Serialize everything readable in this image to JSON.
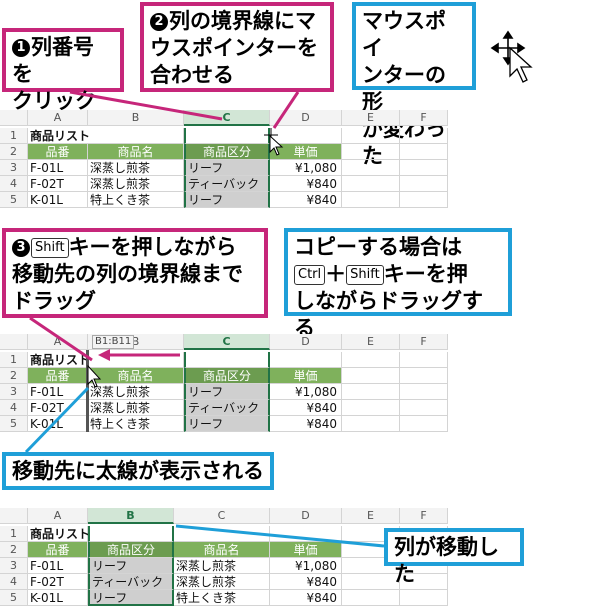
{
  "callouts": {
    "c1": {
      "num": "1",
      "line1": "列番号を",
      "line2": "クリック"
    },
    "c2": {
      "num": "2",
      "line1": "列の境界線にマ",
      "line2": "ウスポインターを",
      "line3": "合わせる"
    },
    "c3": {
      "line1": "マウスポイ",
      "line2": "ンターの形",
      "line3": "が変わった"
    },
    "c4": {
      "num": "3",
      "key": "Shift",
      "line1_rest": "キーを押しながら",
      "line2": "移動先の列の境界線まで",
      "line3": "ドラッグ"
    },
    "c5": {
      "line1": "コピーする場合は",
      "key1": "Ctrl",
      "plus": "＋",
      "key2": "Shift",
      "line2_rest": "キーを押",
      "line3": "しながらドラッグする"
    },
    "c6": {
      "text": "移動先に太線が表示される"
    },
    "c7": {
      "text": "列が移動した"
    }
  },
  "sheet1": {
    "cols": [
      "A",
      "B",
      "C",
      "D",
      "E",
      "F"
    ],
    "rows": [
      {
        "n": "1",
        "a": "商品リスト",
        "b": "",
        "c": "",
        "d": ""
      },
      {
        "n": "2",
        "a": "品番",
        "b": "商品名",
        "c": "商品区分",
        "d": "単価"
      },
      {
        "n": "3",
        "a": "F-01L",
        "b": "深蒸し煎茶",
        "c": "リーフ",
        "d": "¥1,080"
      },
      {
        "n": "4",
        "a": "F-02T",
        "b": "深蒸し煎茶",
        "c": "ティーバック",
        "d": "¥840"
      },
      {
        "n": "5",
        "a": "K-01L",
        "b": "特上くき茶",
        "c": "リーフ",
        "d": "¥840"
      }
    ]
  },
  "sheet2": {
    "tooltip": "B1:B11",
    "rows": [
      {
        "n": "1",
        "a": "商品リスト"
      },
      {
        "n": "2",
        "a": "品番",
        "b": "商品名",
        "c": "商品区分",
        "d": "単価"
      },
      {
        "n": "3",
        "a": "F-01L",
        "b": "深蒸し煎茶",
        "c": "リーフ",
        "d": "¥1,080"
      },
      {
        "n": "4",
        "a": "F-02T",
        "b": "深蒸し煎茶",
        "c": "ティーバック",
        "d": "¥840"
      },
      {
        "n": "5",
        "a": "K-01L",
        "b": "特上くき茶",
        "c": "リーフ",
        "d": "¥840"
      }
    ]
  },
  "sheet3": {
    "rows": [
      {
        "n": "1",
        "a": "商品リスト"
      },
      {
        "n": "2",
        "a": "品番",
        "b": "商品区分",
        "c": "商品名",
        "d": "単価"
      },
      {
        "n": "3",
        "a": "F-01L",
        "b": "リーフ",
        "c": "深蒸し煎茶",
        "d": "¥1,080"
      },
      {
        "n": "4",
        "a": "F-02T",
        "b": "ティーバック",
        "c": "深蒸し煎茶",
        "d": "¥840"
      },
      {
        "n": "5",
        "a": "K-01L",
        "b": "リーフ",
        "c": "特上くき茶",
        "d": "¥840"
      }
    ]
  }
}
